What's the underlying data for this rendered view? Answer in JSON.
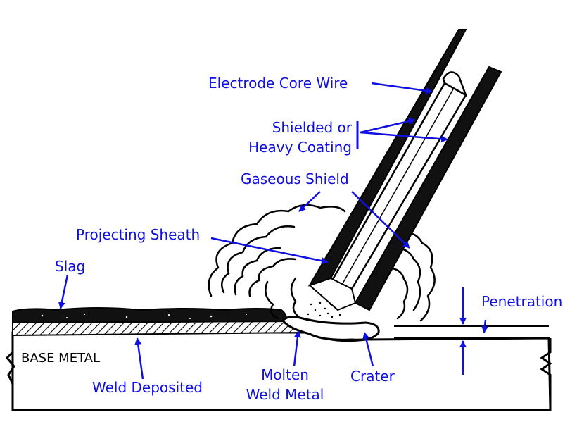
{
  "diagram": {
    "labels": {
      "electrode_core_wire": "Electrode Core Wire",
      "shielded_line1": "Shielded or",
      "shielded_line2": "Heavy Coating",
      "gaseous_shield": "Gaseous Shield",
      "projecting_sheath": "Projecting Sheath",
      "slag": "Slag",
      "penetration": "Penetration",
      "base_metal": "BASE METAL",
      "weld_deposited": "Weld Deposited",
      "molten_line1": "Molten",
      "molten_line2": "Weld Metal",
      "crater": "Crater"
    },
    "colors": {
      "label": "#1010e0",
      "ink": "#000000",
      "paper": "#ffffff"
    }
  }
}
